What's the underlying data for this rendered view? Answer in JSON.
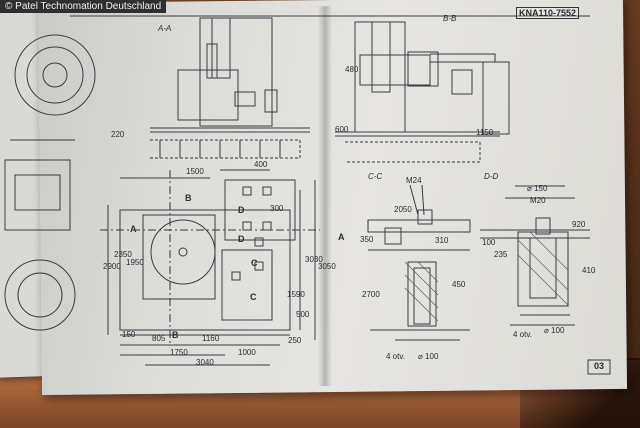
{
  "watermark": "© Patel Technomation Deutschland",
  "drawing": {
    "drawing_number": "KNA110-7552",
    "page_number": "03",
    "sections": {
      "section_aa": "A-A",
      "section_bb": "B-B",
      "section_cc": "C-C",
      "section_dd": "D-D"
    },
    "markers": {
      "a_left": "A",
      "a_right": "A",
      "b_top": "B",
      "b_bottom": "B",
      "c_upper": "C",
      "c_lower": "C",
      "d_upper": "D",
      "d_middle": "D"
    },
    "dimensions": {
      "d_1500": "1500",
      "d_400": "400",
      "d_1000": "1000",
      "d_1750": "1750",
      "d_3040": "3040",
      "d_1160": "1160",
      "d_805": "805",
      "d_2900": "2900",
      "d_2350": "2350",
      "d_1950": "1950",
      "d_3030": "3030",
      "d_3050": "3050",
      "d_1590": "1590",
      "d_500": "500",
      "d_300": "300",
      "d_250": "250",
      "d_150": "150",
      "d_220": "220",
      "d_600": "600",
      "d_480": "480",
      "d_1150": "1150",
      "d_2050": "2050",
      "d_310": "310",
      "d_2700": "2700",
      "d_450": "450",
      "d_100": "100",
      "d_m24": "M24",
      "d_m20": "M20",
      "d_dia150": "⌀ 150",
      "d_dia100a": "⌀ 100",
      "d_dia100b": "⌀ 100",
      "d_4otv_a": "4 otv.",
      "d_4otv_b": "4 otv.",
      "d_920": "920",
      "d_235": "235",
      "d_410": "410",
      "d_350": "350"
    }
  }
}
